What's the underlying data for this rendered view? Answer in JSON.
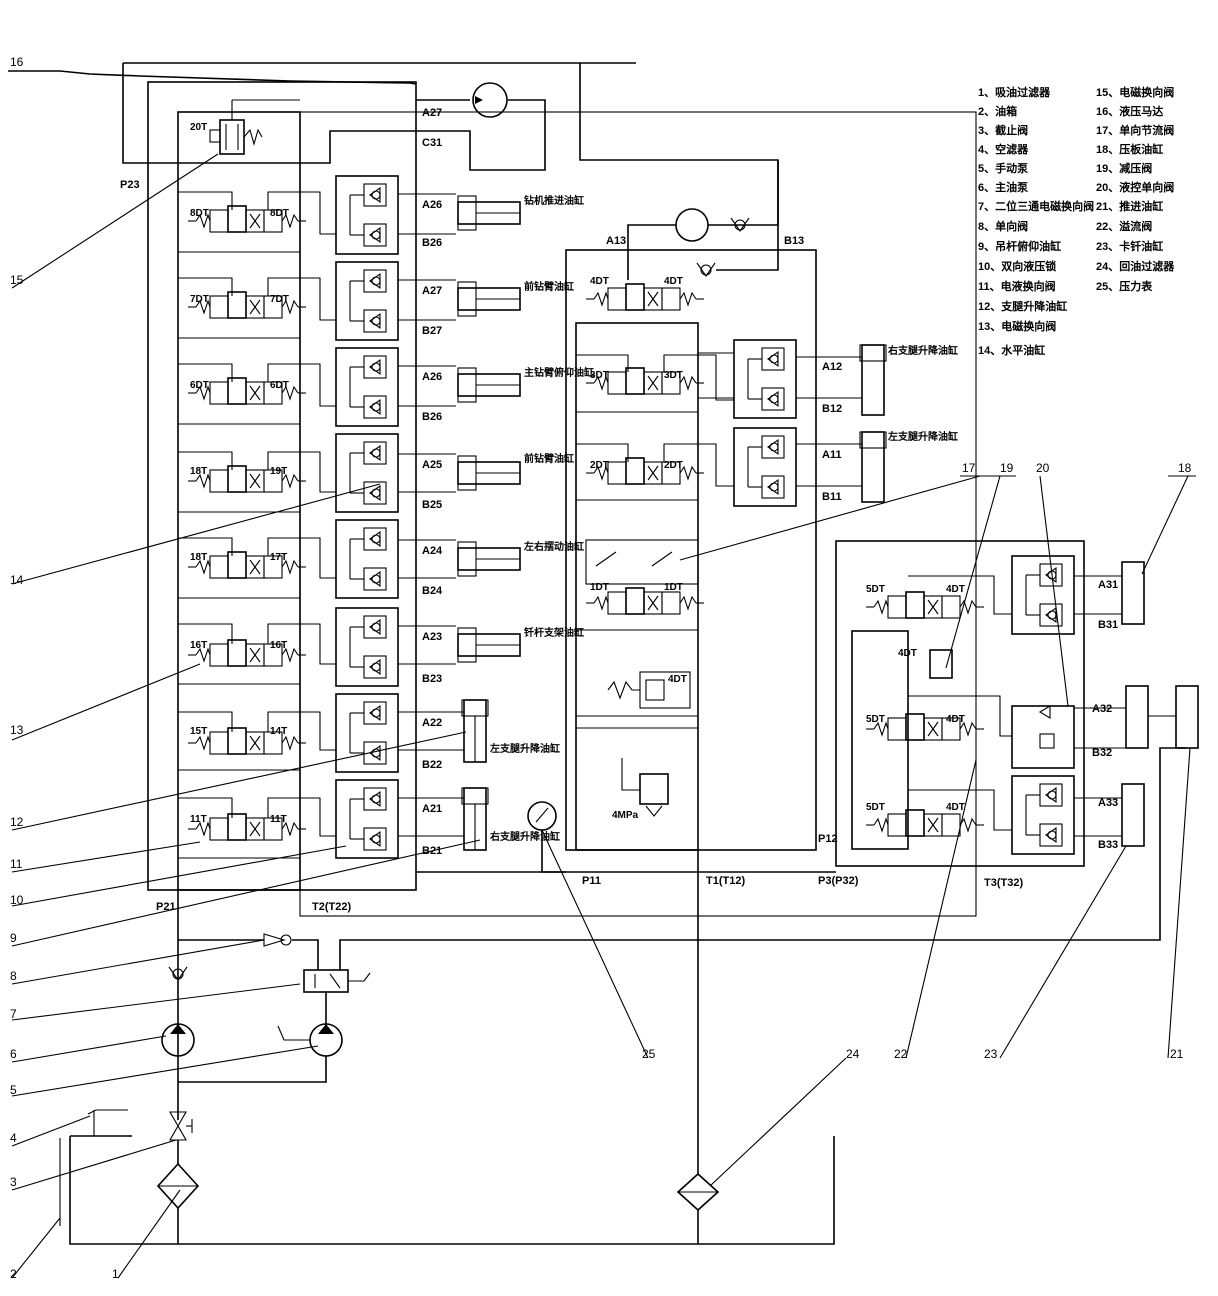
{
  "callouts": [
    "1",
    "2",
    "3",
    "4",
    "5",
    "6",
    "7",
    "8",
    "9",
    "10",
    "11",
    "12",
    "13",
    "14",
    "15",
    "16",
    "17",
    "18",
    "19",
    "20",
    "21",
    "22",
    "23",
    "24",
    "25"
  ],
  "legend": {
    "left": [
      "1、吸油过滤器",
      "2、油箱",
      "3、截止阀",
      "4、空滤器",
      "5、手动泵",
      "6、主油泵",
      "7、二位三通电磁换向阀",
      "8、单向阀",
      "9、吊杆俯仰油缸",
      "10、双向液压锁",
      "11、电液换向阀",
      "12、支腿升降油缸",
      "13、电磁换向阀",
      "14、水平油缸"
    ],
    "right": [
      "15、电磁换向阀",
      "16、液压马达",
      "17、单向节流阀",
      "18、压板油缸",
      "19、减压阀",
      "20、液控单向阀",
      "21、推进油缸",
      "22、溢流阀",
      "23、卡钎油缸",
      "24、回油过滤器",
      "25、压力表"
    ]
  },
  "ports": {
    "A27": "A27",
    "C31": "C31",
    "P23": "P23",
    "A26a": "A26",
    "B26a": "B26",
    "A27b": "A27",
    "B27b": "B27",
    "A26": "A26",
    "B26": "B26",
    "A25": "A25",
    "B25": "B25",
    "A24": "A24",
    "B24": "B24",
    "A23": "A23",
    "B23": "B23",
    "A22": "A22",
    "B22": "B22",
    "A21": "A21",
    "B21": "B21",
    "A13": "A13",
    "B13": "B13",
    "A12": "A12",
    "B12": "B12",
    "A11": "A11",
    "B11": "B11",
    "A31": "A31",
    "B31": "B31",
    "A32": "A32",
    "B32": "B32",
    "A33": "A33",
    "B33": "B33",
    "P21": "P21",
    "T2": "T2(T22)",
    "P11": "P11",
    "T1": "T1(T12)",
    "P12": "P12",
    "P3": "P3(P32)",
    "T3": "T3(T32)"
  },
  "solenoids": {
    "s1": "20T",
    "s2": "8DT",
    "s3": "8DT",
    "s4": "7DT",
    "s5": "6DT",
    "s6": "6DT",
    "s7": "18T",
    "s8": "19T",
    "s9": "18T",
    "s10": "17T",
    "s11": "16T",
    "s12": "16T",
    "s13": "15T",
    "s14": "14T",
    "s15": "11T",
    "s16": "11T",
    "r1": "4DT",
    "r2": "4DT",
    "r3": "3DT",
    "r4": "3DT",
    "r5": "2DT",
    "r6": "2DT",
    "r7": "1DT",
    "r8": "1DT",
    "r9": "4DT",
    "r10": "5DT",
    "r11": "4DT"
  },
  "cylinders": {
    "c27": "钻机推进油缸",
    "c26": "前钻臂油缸",
    "c25": "主钻臂俯仰油缸",
    "c25b": "前钻臂油缸",
    "c24": "左右摆动油缸",
    "c23": "钎杆支架油缸",
    "c22": "左支腿升降油缸",
    "c21": "右支腿升降油缸",
    "c12": "右支腿升降油缸",
    "c11": "左支腿升降油缸"
  },
  "misc": {
    "pressure_valve": "4MPa"
  }
}
